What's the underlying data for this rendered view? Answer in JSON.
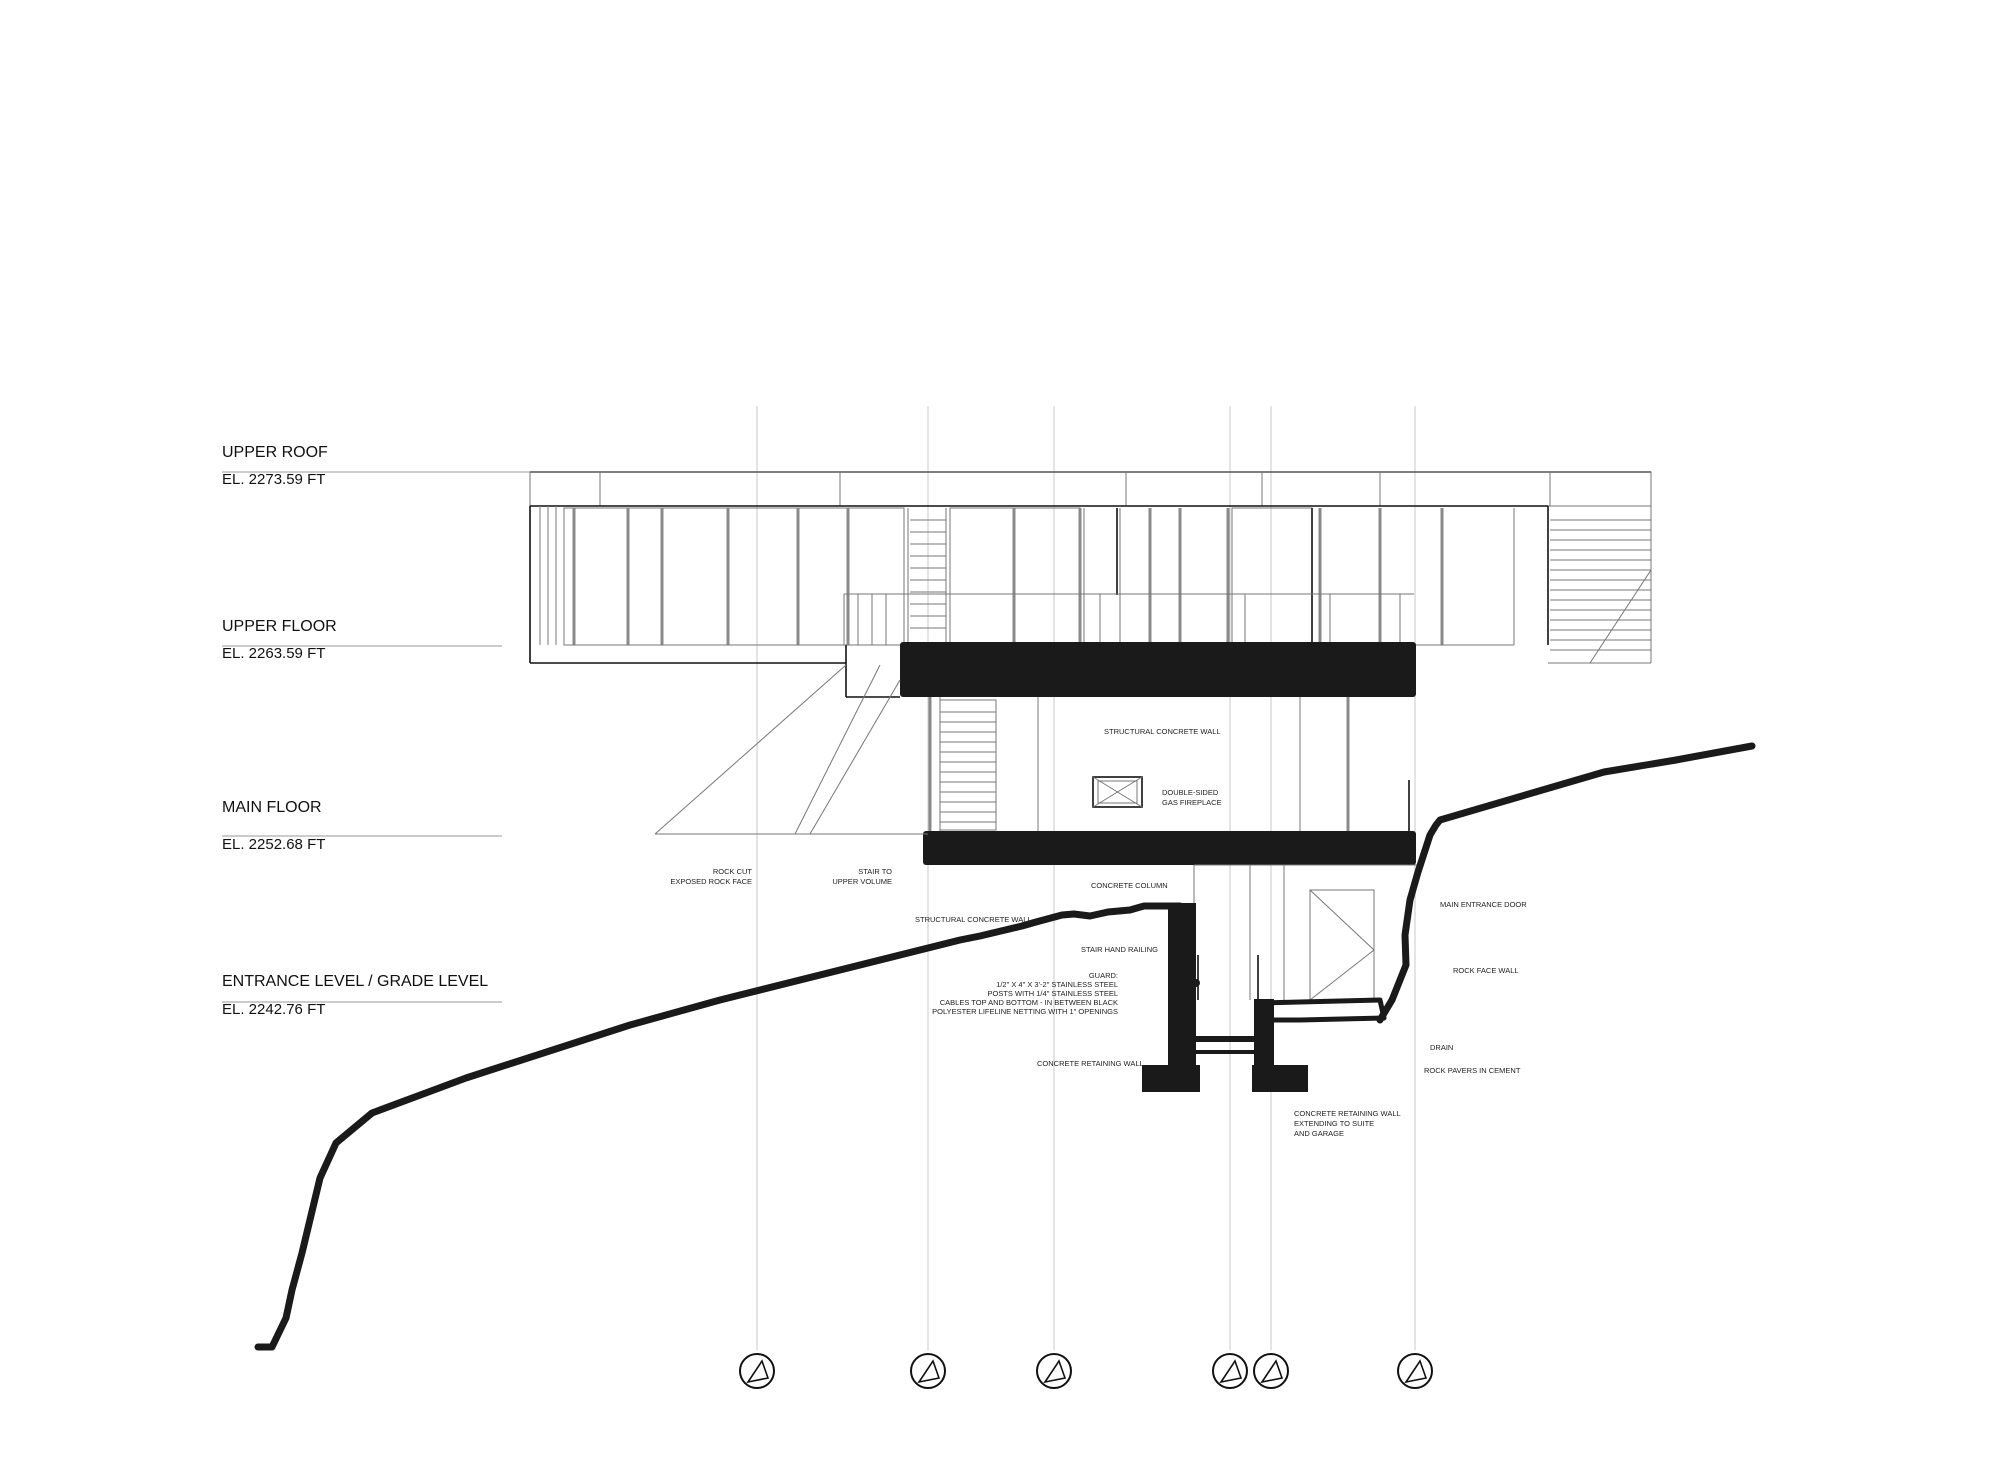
{
  "levels": {
    "upper_roof": {
      "name": "UPPER  ROOF",
      "elevation": "EL. 2273.59 FT"
    },
    "upper_floor": {
      "name": "UPPER FLOOR",
      "elevation": "EL. 2263.59 FT"
    },
    "main_floor": {
      "name": "MAIN FLOOR",
      "elevation": "EL. 2252.68 FT"
    },
    "entrance": {
      "name": "ENTRANCE LEVEL / GRADE LEVEL",
      "elevation": "EL. 2242.76 FT"
    }
  },
  "annotations": {
    "structural_concrete_wall_upper": "STRUCTURAL CONCRETE WALL",
    "fireplace_1": "DOUBLE-SIDED",
    "fireplace_2": "GAS FIREPLACE",
    "rock_cut_1": "ROCK CUT",
    "rock_cut_2": "EXPOSED ROCK FACE",
    "stair_1": "STAIR TO",
    "stair_2": "UPPER VOLUME",
    "concrete_column": "CONCRETE COLUMN",
    "structural_concrete_wall_lower": "STRUCTURAL CONCRETE WALL",
    "stair_hand_railing": "STAIR HAND RAILING",
    "guard_1": "GUARD:",
    "guard_2": "1/2\" X 4\" X 3'-2\" STAINLESS STEEL",
    "guard_3": "POSTS WITH 1/4\" STAINLESS STEEL",
    "guard_4": "CABLES TOP AND BOTTOM - IN BETWEEN BLACK",
    "guard_5": "POLYESTER LIFELINE NETTING WITH 1\" OPENINGS",
    "concrete_retaining_wall": "CONCRETE RETAINING WALL",
    "main_entrance_door": "MAIN ENTRANCE DOOR",
    "rock_face_wall": "ROCK FACE WALL",
    "drain": "DRAIN",
    "rock_pavers": "ROCK PAVERS IN CEMENT",
    "retaining_ext_1": "CONCRETE RETAINING WALL",
    "retaining_ext_2": "EXTENDING TO SUITE",
    "retaining_ext_3": "AND GARAGE"
  },
  "grid_bubbles": [
    "grid-bubble-1",
    "grid-bubble-2",
    "grid-bubble-3",
    "grid-bubble-4",
    "grid-bubble-5",
    "grid-bubble-6"
  ],
  "colors": {
    "ink": "#1a1a1a",
    "hairline": "#9a9a9a",
    "background": "#ffffff"
  }
}
